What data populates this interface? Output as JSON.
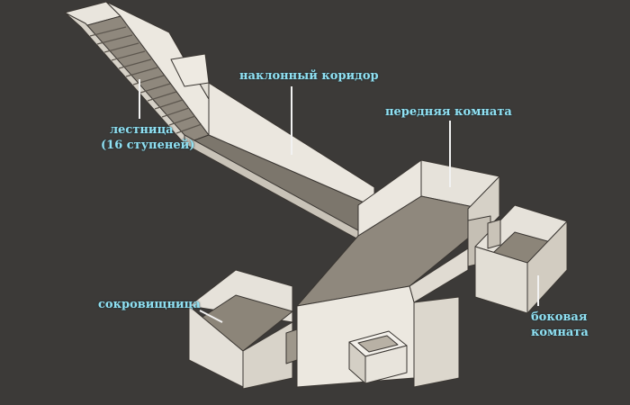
{
  "labels": {
    "staircase": "лестница",
    "staircase_note": "(16 ступеней)",
    "corridor": "наклонный коридор",
    "antechamber": "передняя комната",
    "treasury": "сокровищница",
    "annex_line1": "боковая",
    "annex_line2": "комната"
  },
  "colors": {
    "background": "#3c3a38",
    "wall_light": "#e9e5dd",
    "wall_mid": "#d6d1c7",
    "floor": "#9c958a",
    "floor_dark": "#6e685f",
    "outline": "#3a3632",
    "label_text": "#8fe0f2",
    "leader_line": "#f2f2f2"
  }
}
